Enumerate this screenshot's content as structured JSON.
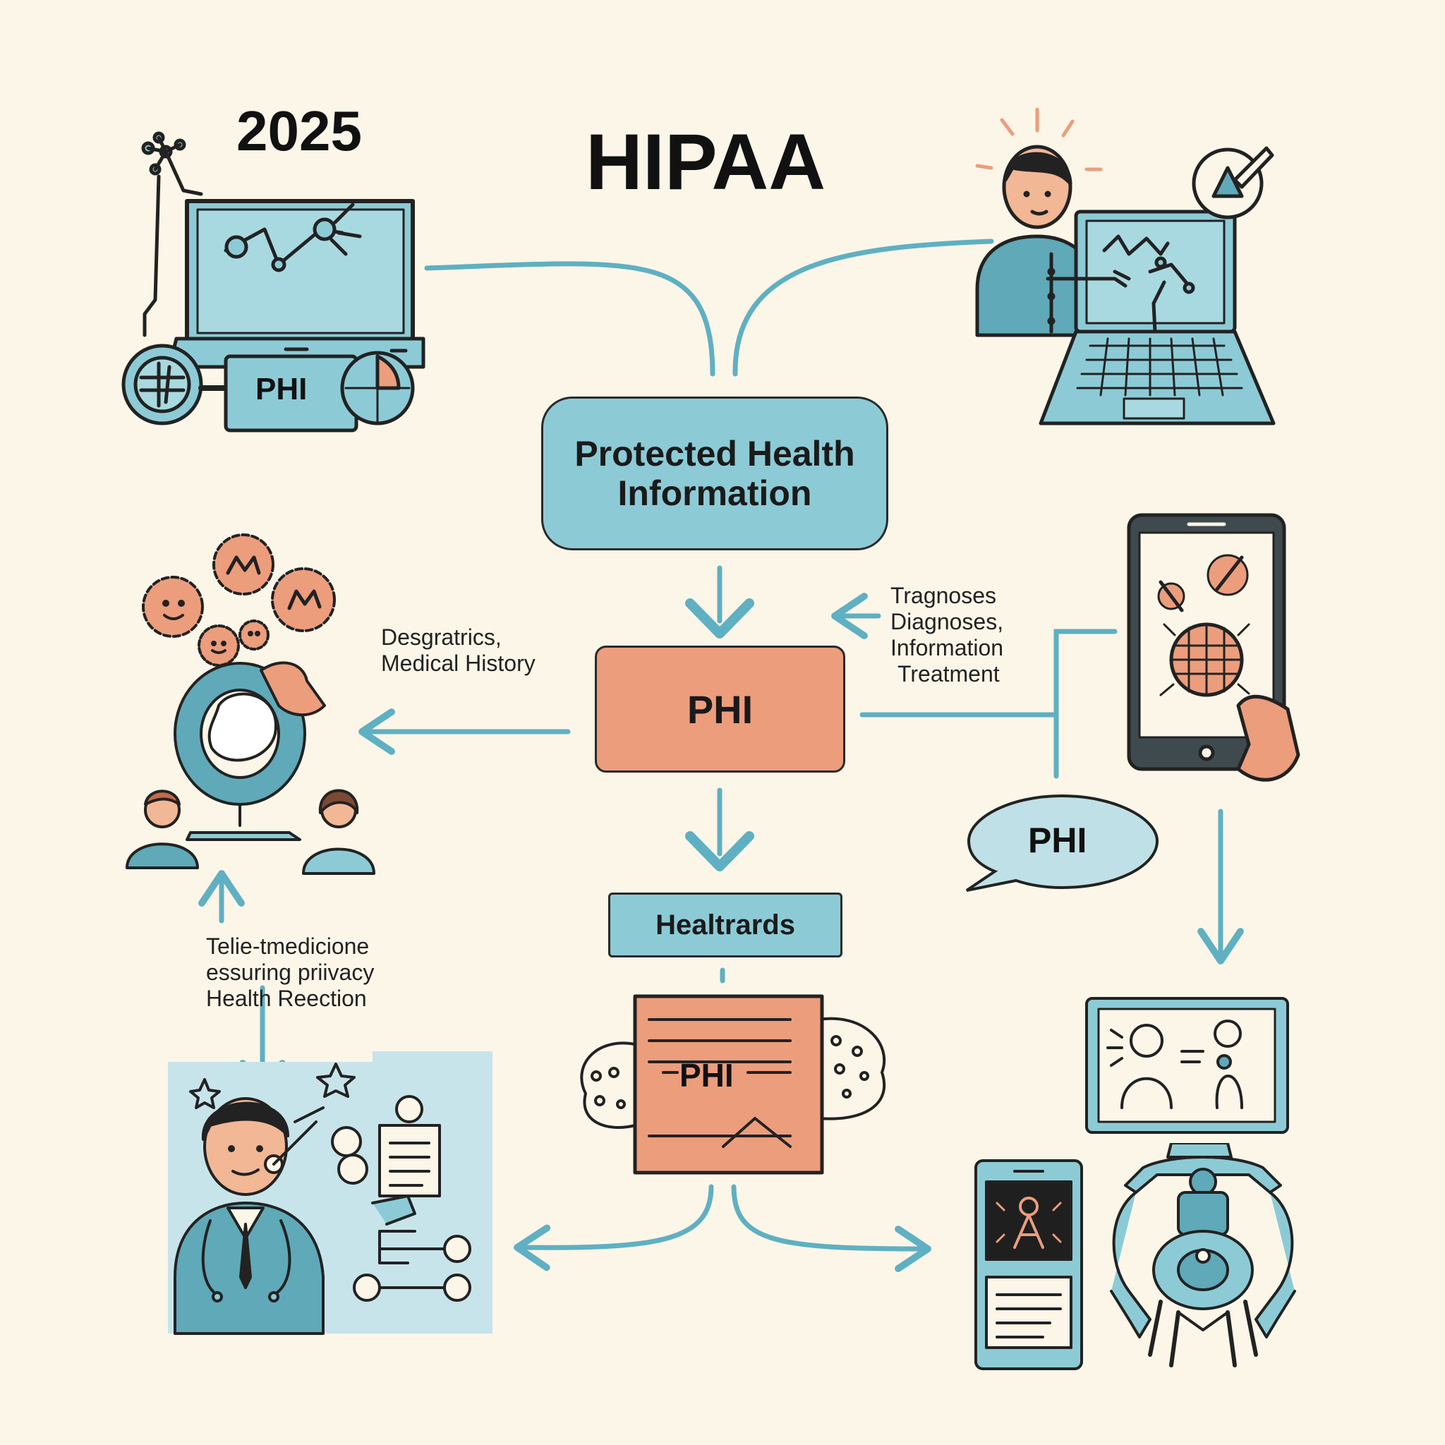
{
  "header": {
    "year": "2025",
    "title": "HIPAA"
  },
  "nodes": {
    "protected_box": "Protected Health Information",
    "phi_center": "PHI",
    "phi_monitor": "PHI",
    "phi_bubble": "PHI",
    "healthcards": "Healtrards",
    "phi_document": "PHI"
  },
  "annotations": {
    "demographics": [
      "Desgratrics,",
      "Medical History"
    ],
    "diagnoses": [
      "Tragnoses",
      "Diagnoses,",
      "Information",
      "Treatment"
    ],
    "telemedicine": [
      "Telie-tmedicione",
      "essuring priivacy",
      "Health Reection"
    ]
  },
  "colors": {
    "teal": "#8ccbd6",
    "teal_line": "#5fb0c2",
    "salmon": "#ec9d7c",
    "background": "#fcf6e8",
    "ink": "#2a2a2a"
  },
  "icons": [
    "robot-monitor-icon",
    "person-laptop-icon",
    "virus-cluster-icon",
    "globe-people-icon",
    "tablet-virus-icon",
    "doctor-icon",
    "video-call-icon",
    "phone-xray-icon",
    "robot-arm-icon"
  ]
}
